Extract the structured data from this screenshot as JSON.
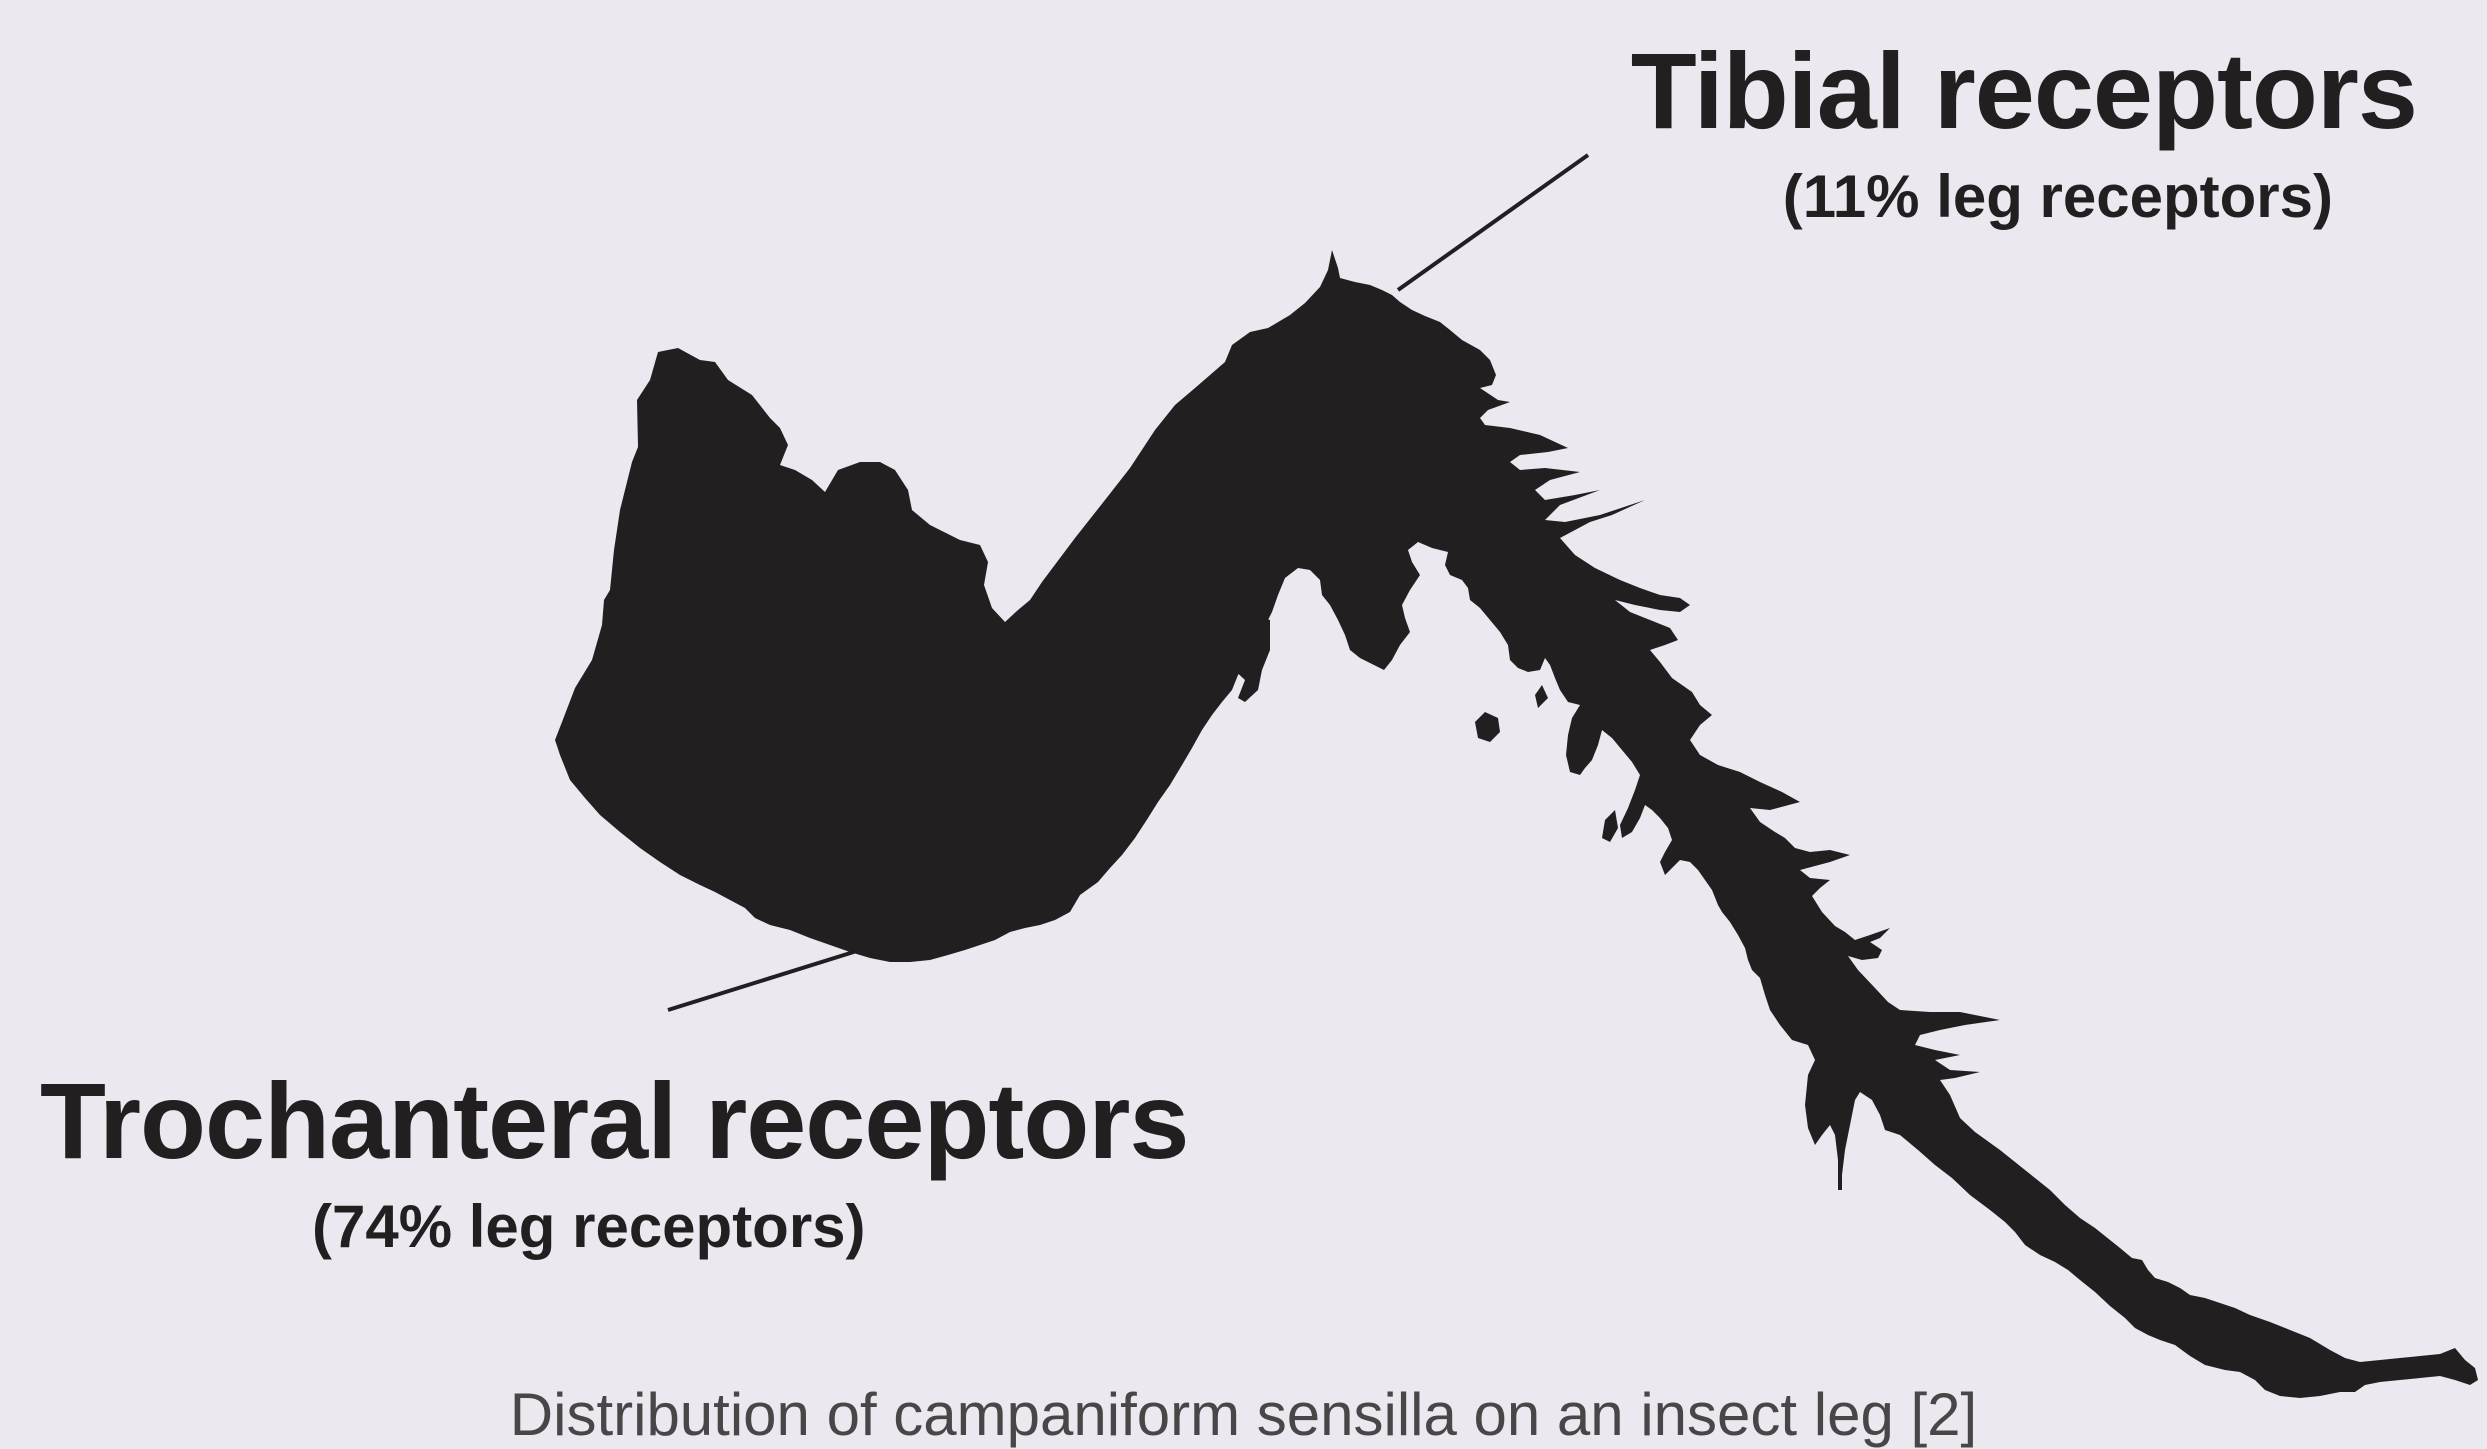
{
  "tibial": {
    "title": "Tibial receptors",
    "subtitle": "(11% leg receptors)"
  },
  "trochanteral": {
    "title": "Trochanteral receptors",
    "subtitle": "(74% leg receptors)"
  },
  "caption": "Distribution of campaniform sensilla on an insect leg [2]",
  "colors": {
    "background": "#ebe8f0",
    "silhouette": "#231f20",
    "caption_text": "#4a4648"
  }
}
